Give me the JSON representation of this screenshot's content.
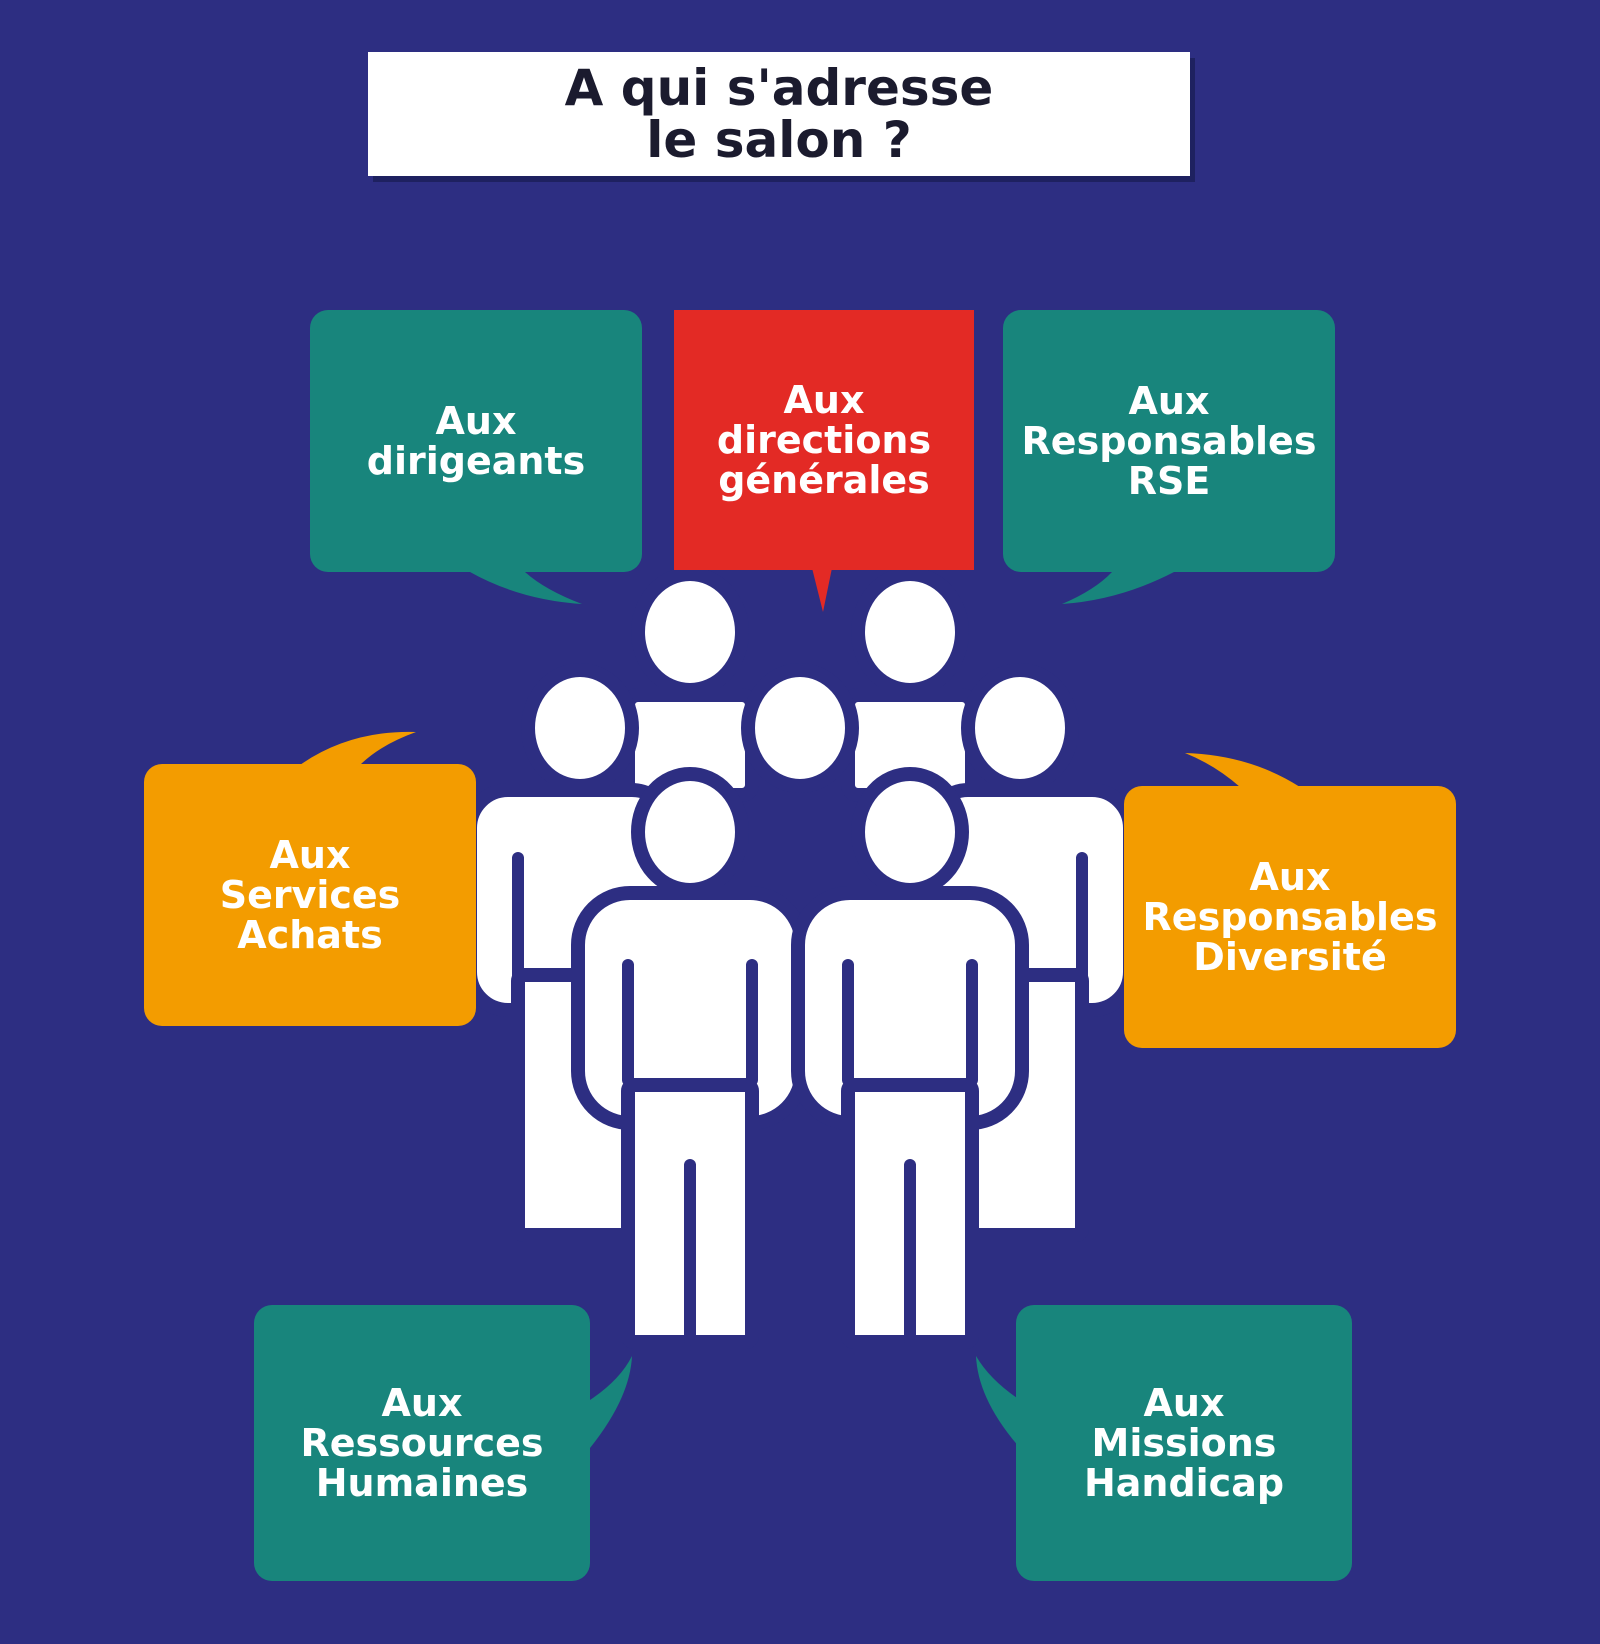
{
  "title": {
    "line1": "A qui s'adresse",
    "line2": "le salon ?"
  },
  "colors": {
    "background": "#2d2e82",
    "teal": "#18857c",
    "red": "#e32a25",
    "orange": "#f39c00",
    "white": "#ffffff"
  },
  "bubbles": [
    {
      "id": "dirigeants",
      "color": "teal",
      "lines": [
        "Aux",
        "dirigeants"
      ]
    },
    {
      "id": "directions-generales",
      "color": "red",
      "lines": [
        "Aux",
        "directions",
        "générales"
      ]
    },
    {
      "id": "responsables-rse",
      "color": "teal",
      "lines": [
        "Aux",
        "Responsables",
        "RSE"
      ]
    },
    {
      "id": "services-achats",
      "color": "orange",
      "lines": [
        "Aux",
        "Services",
        "Achats"
      ]
    },
    {
      "id": "responsables-diversite",
      "color": "orange",
      "lines": [
        "Aux",
        "Responsables",
        "Diversité"
      ]
    },
    {
      "id": "ressources-humaines",
      "color": "teal",
      "lines": [
        "Aux",
        "Ressources",
        "Humaines"
      ]
    },
    {
      "id": "missions-handicap",
      "color": "teal",
      "lines": [
        "Aux",
        "Missions",
        "Handicap"
      ]
    }
  ],
  "icon": "people-group-icon"
}
